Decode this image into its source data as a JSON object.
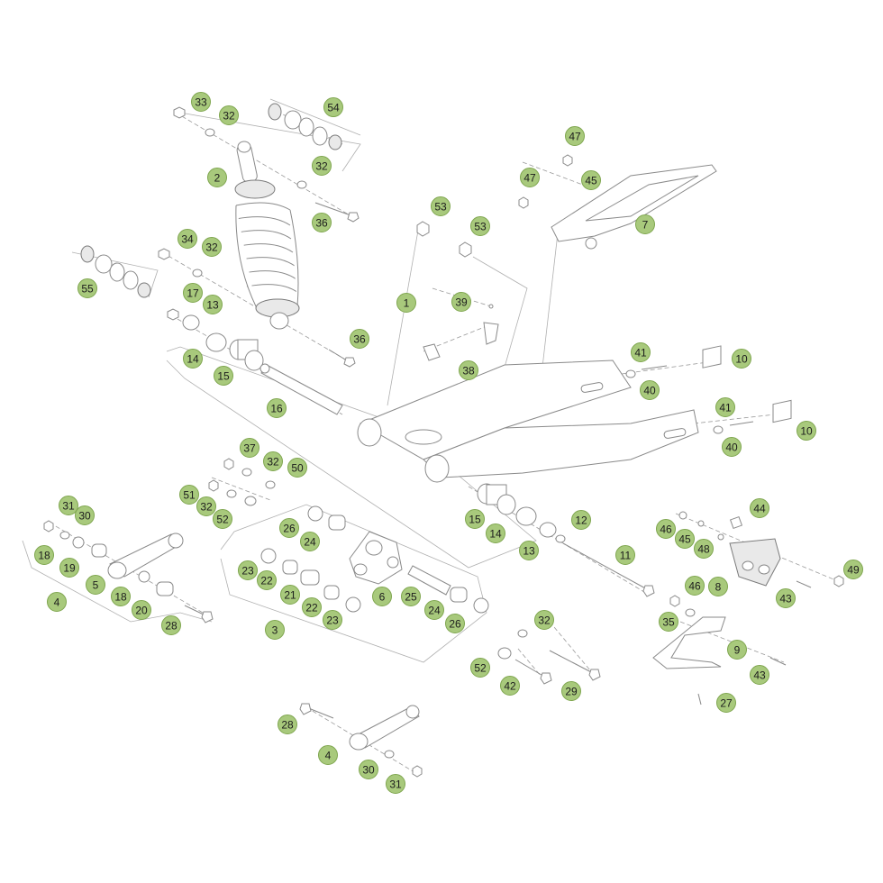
{
  "diagram": {
    "callouts": [
      {
        "label": "33"
      },
      {
        "label": "32"
      },
      {
        "label": "54"
      },
      {
        "label": "2"
      },
      {
        "label": "32"
      },
      {
        "label": "36"
      },
      {
        "label": "34"
      },
      {
        "label": "32"
      },
      {
        "label": "55"
      },
      {
        "label": "17"
      },
      {
        "label": "13"
      },
      {
        "label": "36"
      },
      {
        "label": "14"
      },
      {
        "label": "15"
      },
      {
        "label": "16"
      },
      {
        "label": "1"
      },
      {
        "label": "53"
      },
      {
        "label": "53"
      },
      {
        "label": "39"
      },
      {
        "label": "38"
      },
      {
        "label": "47"
      },
      {
        "label": "47"
      },
      {
        "label": "45"
      },
      {
        "label": "7"
      },
      {
        "label": "41"
      },
      {
        "label": "10"
      },
      {
        "label": "40"
      },
      {
        "label": "41"
      },
      {
        "label": "10"
      },
      {
        "label": "40"
      },
      {
        "label": "37"
      },
      {
        "label": "32"
      },
      {
        "label": "50"
      },
      {
        "label": "51"
      },
      {
        "label": "32"
      },
      {
        "label": "52"
      },
      {
        "label": "31"
      },
      {
        "label": "30"
      },
      {
        "label": "18"
      },
      {
        "label": "19"
      },
      {
        "label": "5"
      },
      {
        "label": "18"
      },
      {
        "label": "20"
      },
      {
        "label": "4"
      },
      {
        "label": "28"
      },
      {
        "label": "26"
      },
      {
        "label": "24"
      },
      {
        "label": "23"
      },
      {
        "label": "22"
      },
      {
        "label": "21"
      },
      {
        "label": "22"
      },
      {
        "label": "23"
      },
      {
        "label": "6"
      },
      {
        "label": "25"
      },
      {
        "label": "24"
      },
      {
        "label": "26"
      },
      {
        "label": "3"
      },
      {
        "label": "15"
      },
      {
        "label": "14"
      },
      {
        "label": "13"
      },
      {
        "label": "12"
      },
      {
        "label": "11"
      },
      {
        "label": "44"
      },
      {
        "label": "46"
      },
      {
        "label": "45"
      },
      {
        "label": "48"
      },
      {
        "label": "49"
      },
      {
        "label": "8"
      },
      {
        "label": "43"
      },
      {
        "label": "46"
      },
      {
        "label": "35"
      },
      {
        "label": "9"
      },
      {
        "label": "43"
      },
      {
        "label": "27"
      },
      {
        "label": "32"
      },
      {
        "label": "52"
      },
      {
        "label": "42"
      },
      {
        "label": "29"
      },
      {
        "label": "28"
      },
      {
        "label": "4"
      },
      {
        "label": "30"
      },
      {
        "label": "31"
      }
    ]
  }
}
